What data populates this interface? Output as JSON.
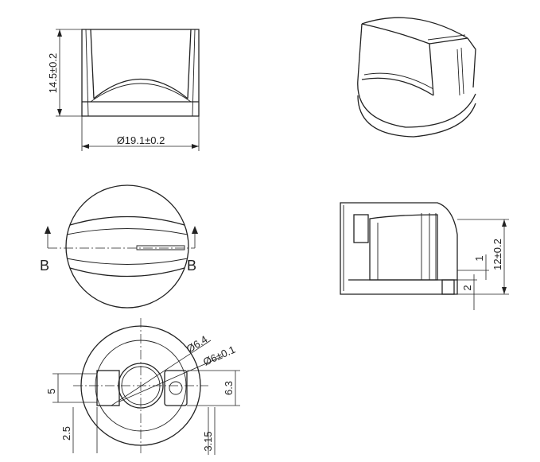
{
  "dimensions": {
    "front_height": "14.5±0.2",
    "front_diameter": "Ø19.1±0.2",
    "section_height": "12±0.2",
    "section_top_step": "1",
    "section_bottom": "2",
    "bottom_outer_d": "Ø6.4",
    "bottom_shaft_d": "Ø6±0.1",
    "bottom_flat_left": "5",
    "bottom_flat_right": "6.3",
    "bottom_left_offset": "2.5",
    "bottom_right_offset": "3.15"
  },
  "section_markers": {
    "left": "B",
    "right": "B"
  }
}
